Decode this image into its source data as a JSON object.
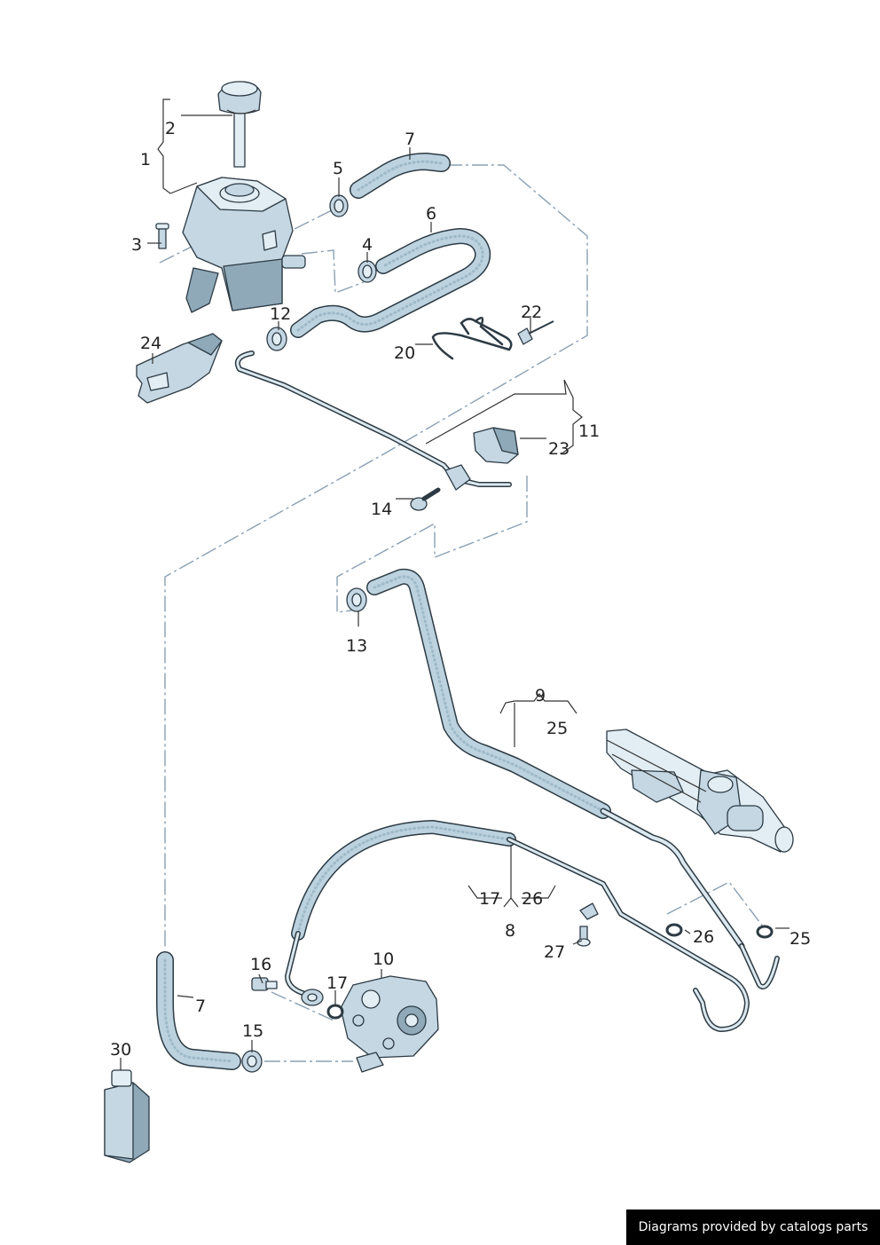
{
  "footer": {
    "credit": "Diagrams provided by catalogs parts"
  },
  "labels": {
    "n1": "1",
    "n2": "2",
    "n3": "3",
    "n4": "4",
    "n5": "5",
    "n6": "6",
    "n7a": "7",
    "n7b": "7",
    "n8": "8",
    "n9": "9",
    "n10": "10",
    "n11": "11",
    "n12": "12",
    "n13": "13",
    "n14": "14",
    "n15": "15",
    "n16": "16",
    "n17a": "17",
    "n17b": "17",
    "n20": "20",
    "n22": "22",
    "n23": "23",
    "n24": "24",
    "n25a": "25",
    "n25b": "25",
    "n26a": "26",
    "n26b": "26",
    "n27": "27",
    "n30": "30"
  }
}
